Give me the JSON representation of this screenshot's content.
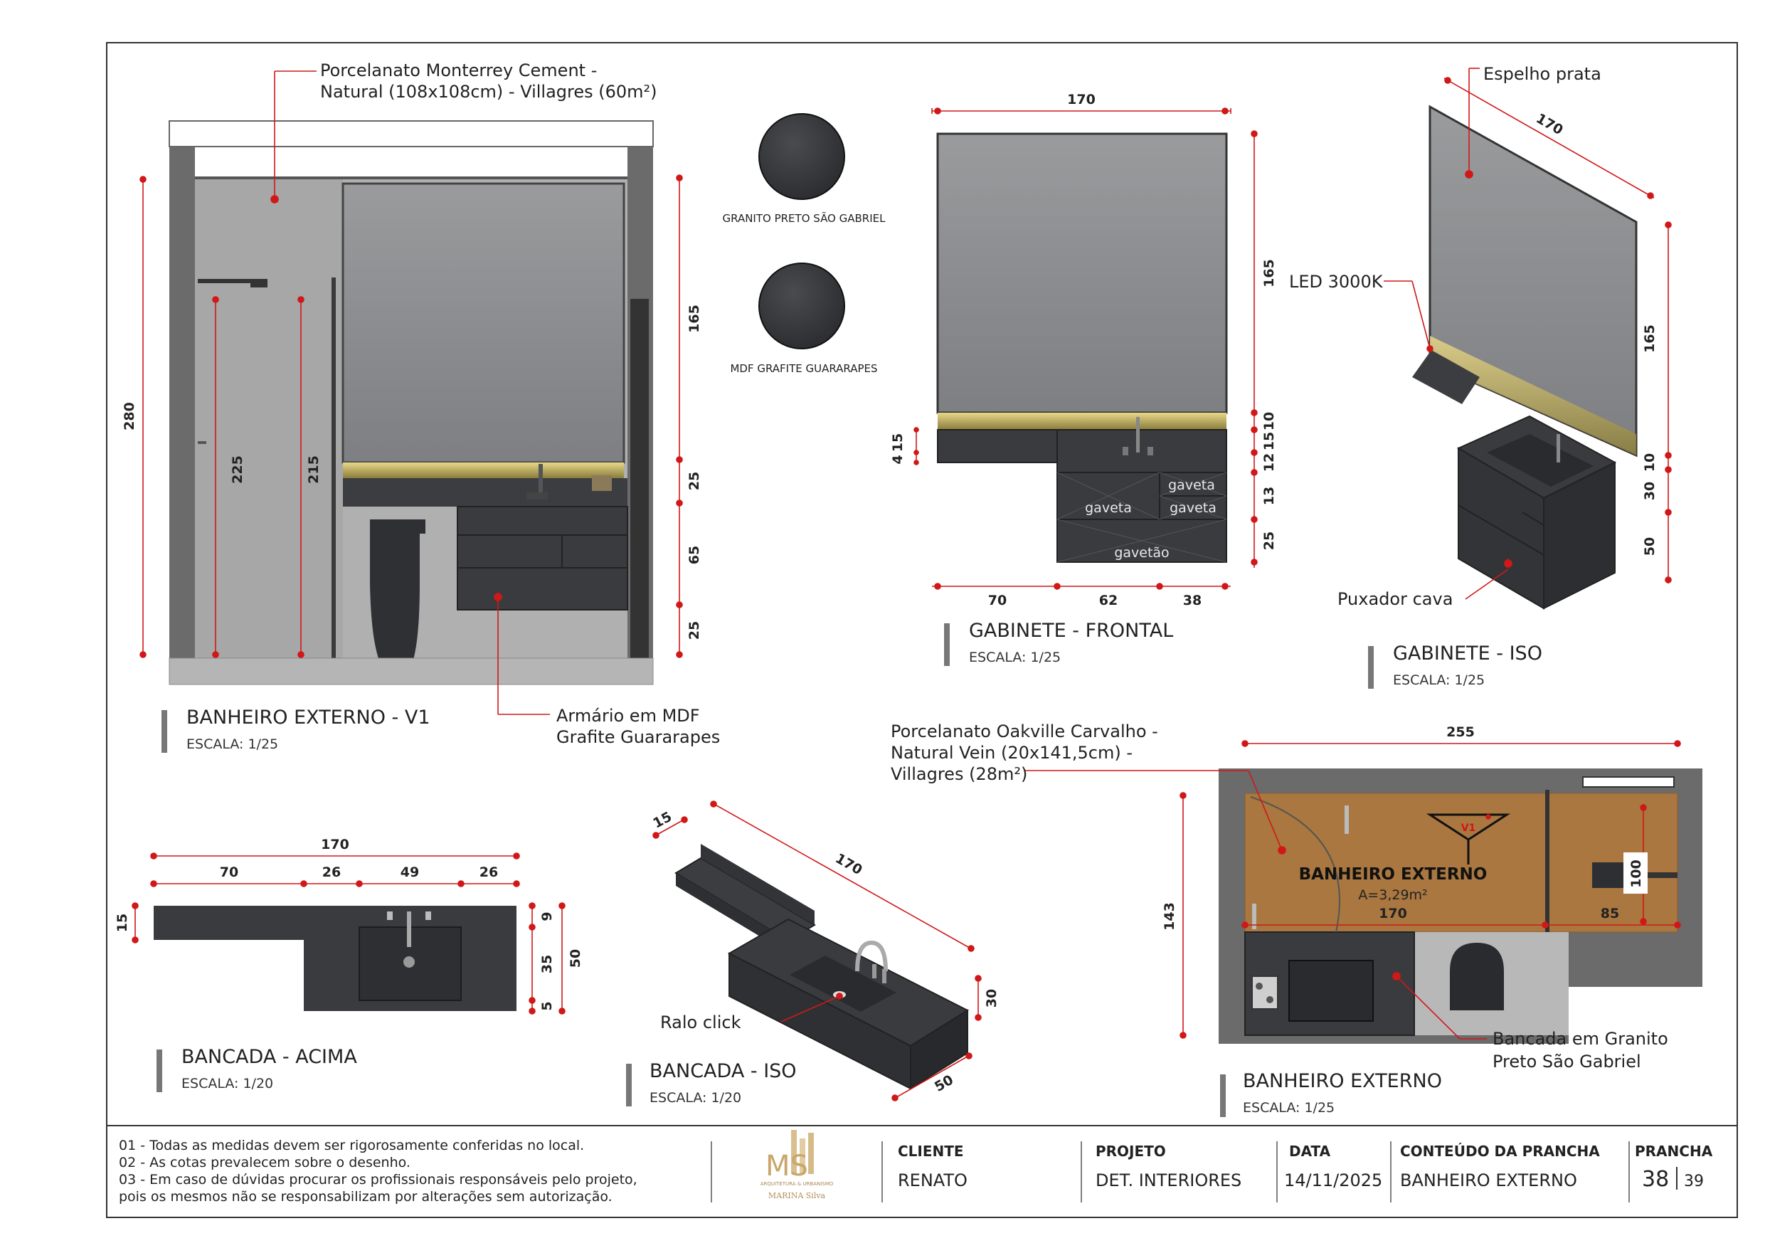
{
  "views": {
    "v1": {
      "title": "BANHEIRO EXTERNO - V1",
      "scale": "ESCALA: 1/25"
    },
    "gab_frontal": {
      "title": "GABINETE - FRONTAL",
      "scale": "ESCALA: 1/25"
    },
    "gab_iso": {
      "title": "GABINETE - ISO",
      "scale": "ESCALA: 1/25"
    },
    "bancada_acima": {
      "title": "BANCADA - ACIMA",
      "scale": "ESCALA: 1/20"
    },
    "bancada_iso": {
      "title": "BANCADA - ISO",
      "scale": "ESCALA: 1/20"
    },
    "planta": {
      "title": "BANHEIRO EXTERNO",
      "scale": "ESCALA: 1/25"
    }
  },
  "notes": {
    "porcelanato_monterrey_1": "Porcelanato Monterrey Cement -",
    "porcelanato_monterrey_2": "Natural (108x108cm) - Villagres (60m²)",
    "armario_1": "Armário em MDF",
    "armario_2": "Grafite Guararapes",
    "granito": "GRANITO PRETO SÃO GABRIEL",
    "mdf": "MDF GRAFITE GUARARAPES",
    "espelho": "Espelho prata",
    "led": "LED 3000K",
    "puxador": "Puxador cava",
    "oakville_1": "Porcelanato Oakville Carvalho -",
    "oakville_2": "Natural Vein (20x141,5cm) -",
    "oakville_3": "Villagres (28m²)",
    "ralo": "Ralo click",
    "bancada_granito_1": "Bancada em Granito",
    "bancada_granito_2": "Preto São Gabriel"
  },
  "dims": {
    "v1": {
      "h280": "280",
      "h225": "225",
      "h215": "215",
      "r165": "165",
      "r25a": "25",
      "r65": "65",
      "r25b": "25"
    },
    "frontal": {
      "top": "170",
      "r165": "165",
      "r10": "10",
      "r15": "15",
      "r12": "12",
      "r13": "13",
      "r25": "25",
      "l15": "15",
      "l4": "4",
      "b70": "70",
      "b62": "62",
      "b38": "38",
      "gaveta_top": "gaveta",
      "gaveta_left": "gaveta",
      "gaveta_right": "gaveta",
      "gavetao": "gavetão"
    },
    "iso": {
      "w170": "170",
      "r165": "165",
      "r10": "10",
      "r30": "30",
      "r50": "50"
    },
    "acima": {
      "total": "170",
      "s70": "70",
      "s26a": "26",
      "s49": "49",
      "s26b": "26",
      "l15": "15",
      "r9": "9",
      "r35": "35",
      "r5": "5",
      "r50": "50"
    },
    "biso": {
      "d15": "15",
      "d170": "170",
      "d30": "30",
      "d50": "50"
    },
    "planta": {
      "w255": "255",
      "h143": "143",
      "w170": "170",
      "w85": "85",
      "h100": "100",
      "v1mark": "V1"
    }
  },
  "planta_label": {
    "room": "BANHEIRO EXTERNO",
    "area": "A=3,29m²"
  },
  "footer_notes": [
    "01 - Todas as medidas devem ser rigorosamente conferidas no local.",
    "02 - As cotas prevalecem sobre o desenho.",
    "03 - Em caso de dúvidas procurar os profissionais responsáveis pelo projeto,",
    "pois os mesmos não se responsabilizam por alterações sem autorização."
  ],
  "logo": {
    "mark": "MS",
    "line1": "ARQUITETURA & URBANISMO",
    "line2": "MARINA Silva"
  },
  "title_block": {
    "cliente_label": "CLIENTE",
    "cliente": "RENATO",
    "projeto_label": "PROJETO",
    "projeto": "DET. INTERIORES",
    "data_label": "DATA",
    "data": "14/11/2025",
    "conteudo_label": "CONTEÚDO DA PRANCHA",
    "conteudo": "BANHEIRO EXTERNO",
    "prancha_label": "PRANCHA",
    "prancha": "38",
    "total": "39"
  },
  "colors": {
    "dimension": "#d01818",
    "granite": "#3a3b3e",
    "wood": "#a9773f",
    "wall": "#6b6b6b",
    "tile": "#a4a4a4",
    "mirror": "#8a8b8d",
    "led": "#d8c25a"
  }
}
